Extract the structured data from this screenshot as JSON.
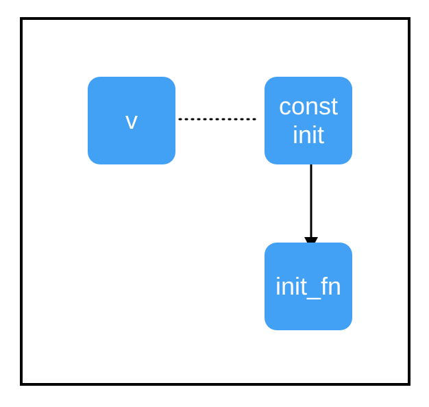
{
  "diagram": {
    "nodes": [
      {
        "id": "v",
        "label": "v"
      },
      {
        "id": "const_init",
        "label": "const\ninit"
      },
      {
        "id": "init_fn",
        "label": "init_fn"
      }
    ],
    "edges": [
      {
        "from": "v",
        "to": "const_init",
        "style": "dotted",
        "arrow": false
      },
      {
        "from": "const_init",
        "to": "init_fn",
        "style": "solid",
        "arrow": true
      }
    ],
    "colors": {
      "node_fill": "#42a1f5",
      "node_text": "#ffffff",
      "border": "#000000",
      "edge": "#000000"
    }
  }
}
